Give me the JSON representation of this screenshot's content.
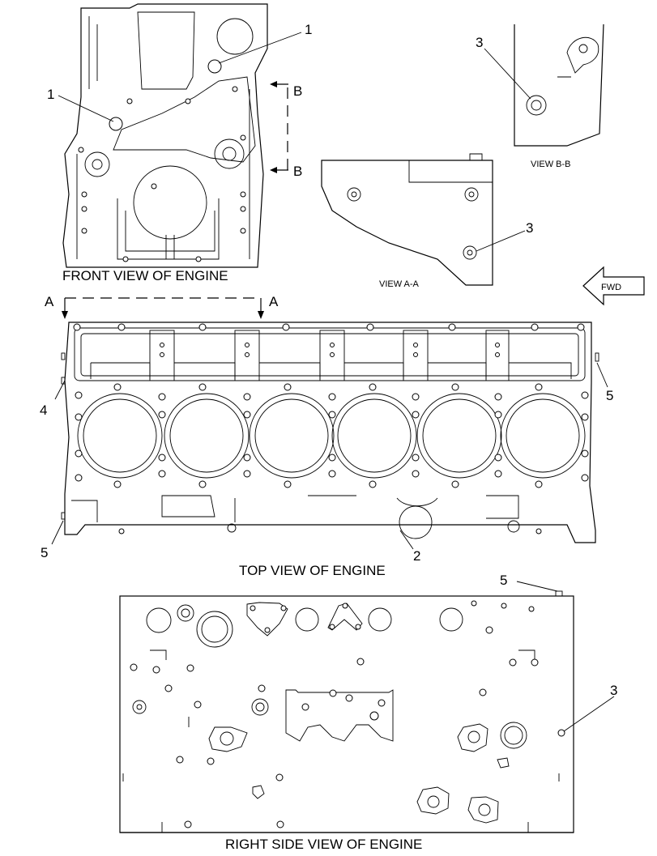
{
  "views": {
    "front": "FRONT VIEW OF ENGINE",
    "top": "TOP VIEW OF ENGINE",
    "right": "RIGHT SIDE VIEW OF ENGINE",
    "view_aa": "VIEW A-A",
    "view_bb": "VIEW B-B"
  },
  "section_marks": {
    "a": "A",
    "b": "B"
  },
  "fwd": "FWD",
  "callouts": {
    "c1": "1",
    "c2": "2",
    "c3": "3",
    "c4": "4",
    "c5": "5"
  }
}
